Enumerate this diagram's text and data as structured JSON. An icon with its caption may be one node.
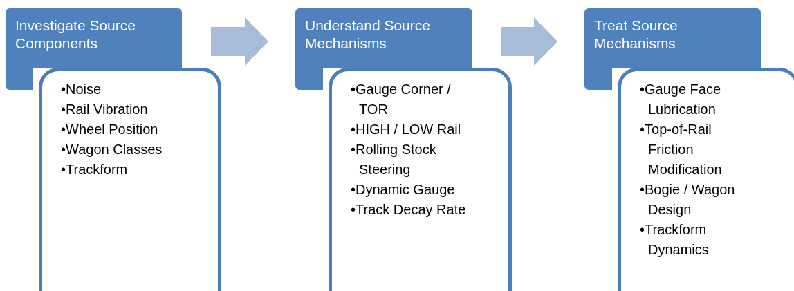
{
  "diagram": {
    "nodes": [
      {
        "text": [
          "Investigate Source Components"
        ]
      },
      {
        "text": [
          "•Noise",
          "•Rail Vibration",
          "•Wheel Position",
          "•Wagon Classes",
          "•Trackform"
        ]
      },
      {
        "text": [
          "Understand Source Mechanisms"
        ]
      },
      {
        "text": [
          "•Gauge Corner / TOR",
          "•HIGH / LOW Rail",
          "•Rolling Stock Steering",
          "•Dynamic Gauge",
          "•Track Decay Rate"
        ]
      },
      {
        "text": [
          "Treat Source Mechanisms"
        ]
      },
      {
        "text": [
          "•Gauge Face Lubrication",
          "•Top-of-Rail Friction Modification",
          "•Bogie / Wagon Design",
          "•Trackform Dynamics"
        ]
      }
    ],
    "edges": [
      {
        "from": 0,
        "to": 2,
        "arrow": "to"
      },
      {
        "from": 2,
        "to": 4,
        "arrow": "to"
      }
    ]
  }
}
